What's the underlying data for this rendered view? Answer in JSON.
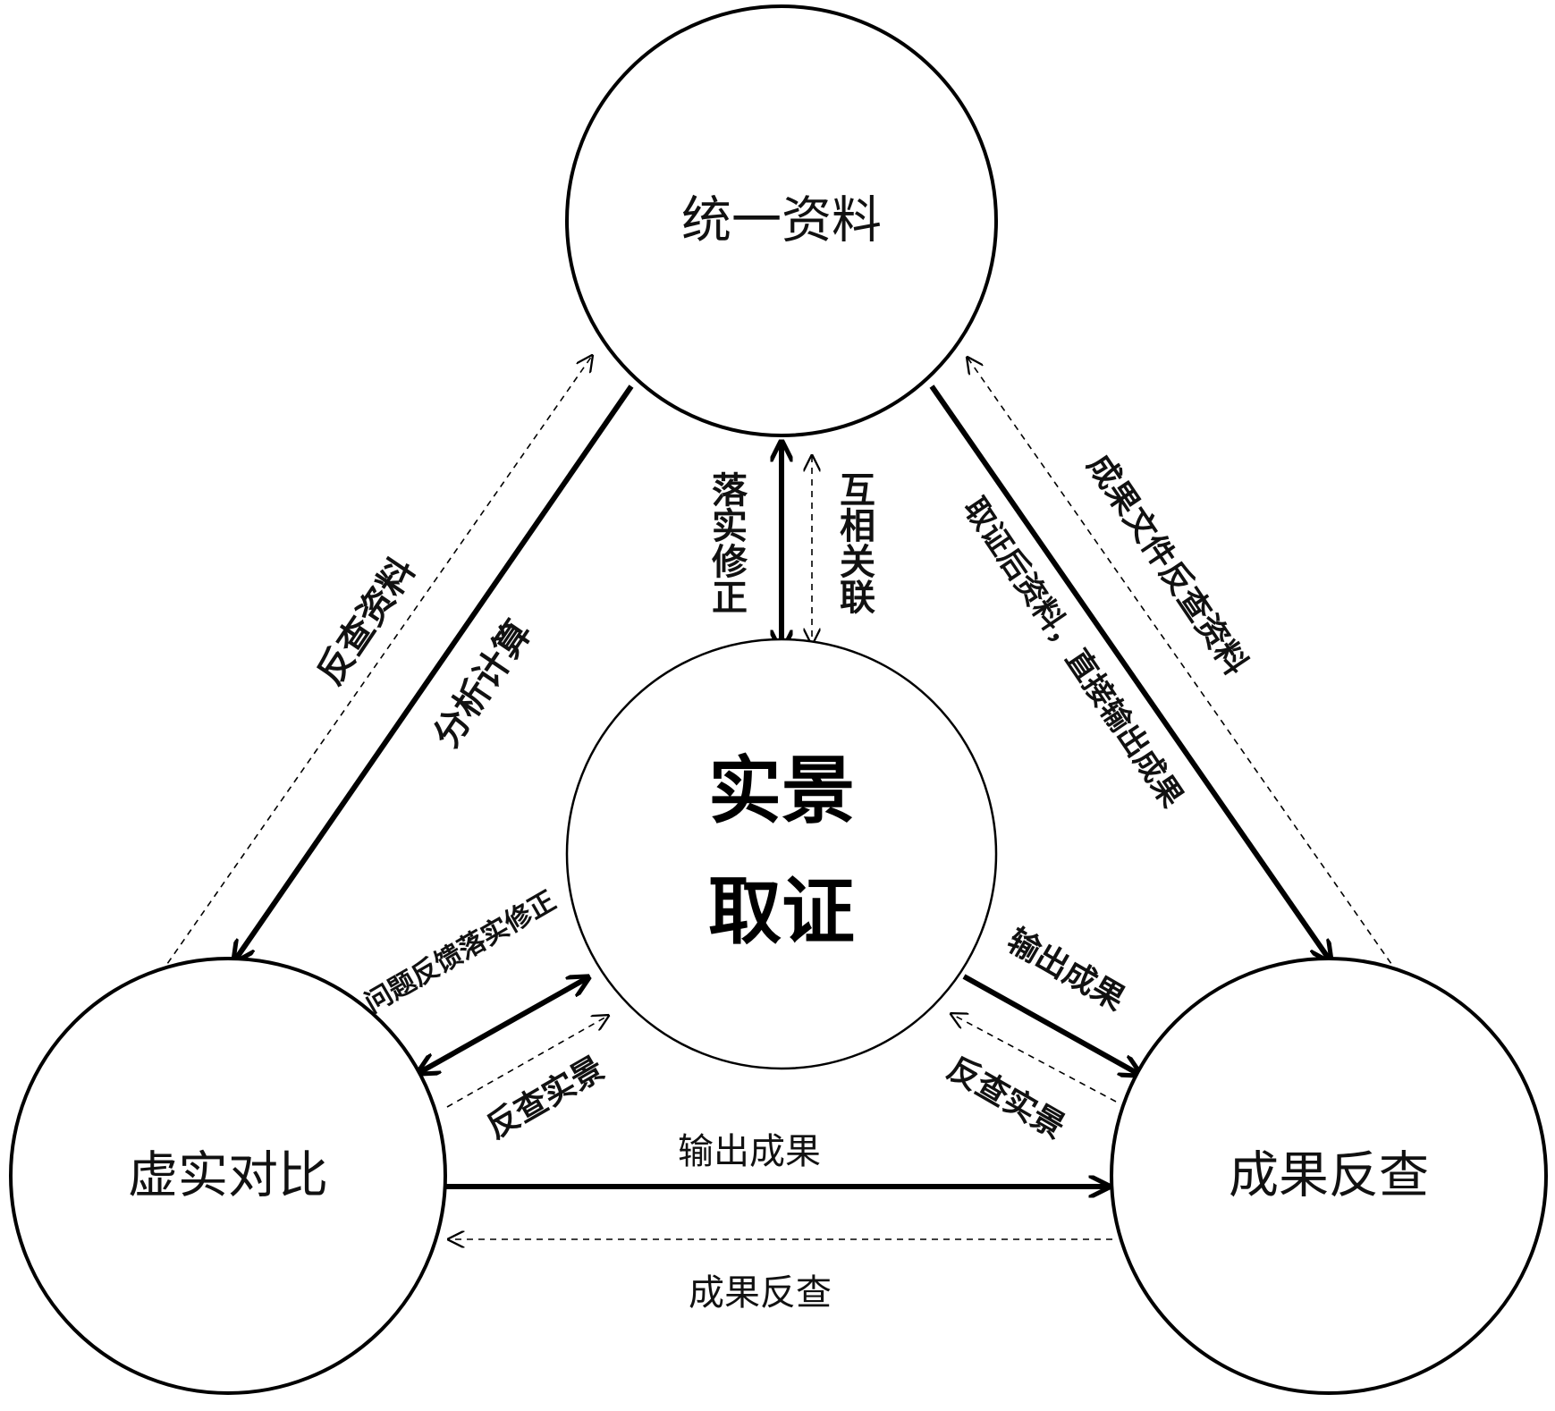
{
  "nodes": {
    "top": "统一资料",
    "center_line1": "实景",
    "center_line2": "取证",
    "left": "虚实对比",
    "right": "成果反查"
  },
  "edges": {
    "top_to_left_solid": "分析计算",
    "left_to_top_dashed": "反查资料",
    "top_to_right_solid": "取证后资料，直接输出成果",
    "right_to_top_dashed": "成果文件反查资料",
    "top_center_solid": "落实修正",
    "top_center_dashed": "互相关联",
    "center_left_solid": "问题反馈落实修正",
    "center_left_dashed": "反查实景",
    "center_right_solid": "输出成果",
    "center_right_dashed": "反查实景",
    "left_to_right_solid": "输出成果",
    "right_to_left_dashed": "成果反查"
  },
  "colors": {
    "stroke": "#000000",
    "background": "#ffffff"
  }
}
